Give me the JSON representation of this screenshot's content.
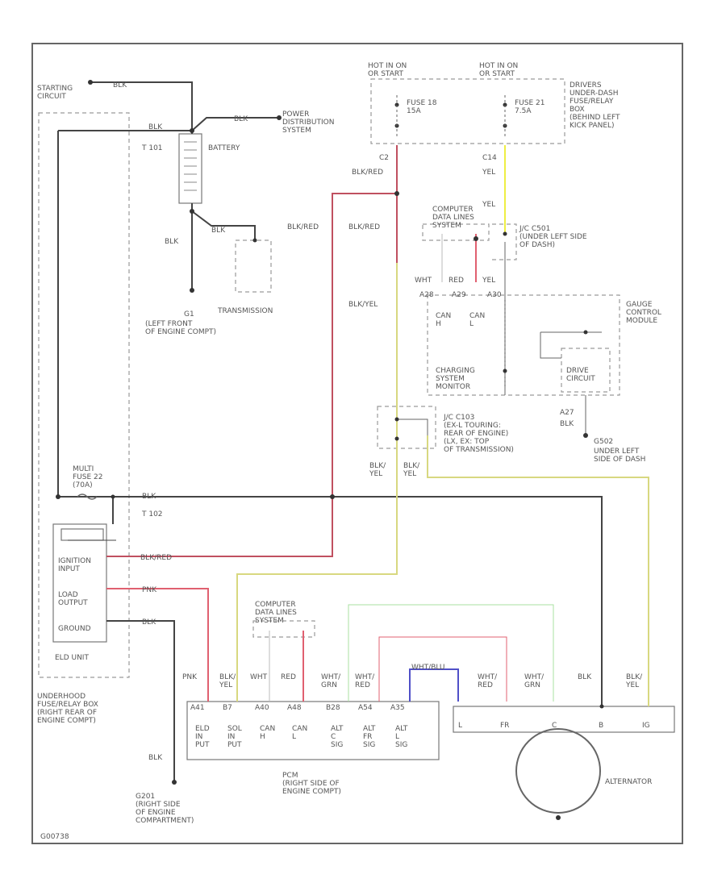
{
  "colors": {
    "black_wire": "#444444",
    "red_wire": "#e06070",
    "dark_red_wire": "#b84050",
    "yellow_wire": "#d8d880",
    "bright_yellow_wire": "#eeee44",
    "green_wire": "#a8e0a0",
    "blue_wire": "#5050c8",
    "border": "#666666"
  },
  "labels": {
    "starting_circuit": "STARTING\nCIRCUIT",
    "power_dist": "POWER\nDISTRIBUTION\nSYSTEM",
    "battery": "BATTERY",
    "t101": "T 101",
    "blk_1": "BLK",
    "blk_2": "BLK",
    "blk_3": "BLK",
    "blk_4": "BLK",
    "blk_bat_gnd": "BLK",
    "blk_trans": "BLK",
    "transmission": "TRANSMISSION",
    "g1": "G1",
    "g1_loc": "(LEFT FRONT\nOF ENGINE COMPT)",
    "hot_run_1": "HOT IN ON\nOR START",
    "hot_run_2": "HOT IN ON\nOR START",
    "fuse_18": "FUSE 18\n15A",
    "fuse_21": "FUSE 21\n7.5A",
    "fuse_box": "DRIVERS\nUNDER-DASH\nFUSE/RELAY\nBOX\n(BEHIND LEFT\nKICK PANEL)",
    "c2": "C2",
    "blk_red_1": "BLK/RED",
    "blk_red_2": "BLK/RED",
    "blk_red_3": "BLK/RED",
    "c14": "C14",
    "yel_1": "YEL",
    "yel_2": "YEL",
    "computer_data_1": "COMPUTER\nDATA LINES\nSYSTEM",
    "jc_c501": "J/C C501\n(UNDER LEFT SIDE\nOF DASH)",
    "wht_1": "WHT",
    "red_1": "RED",
    "yel_3": "YEL",
    "pin_a28": "A28",
    "pin_a29": "A29",
    "pin_a30": "A30",
    "can_h_1": "CAN\nH",
    "can_l_1": "CAN\nL",
    "charging_monitor": "CHARGING\nSYSTEM\nMONITOR",
    "gauge_module": "GAUGE\nCONTROL\nMODULE",
    "drive_circuit": "DRIVE\nCIRCUIT",
    "pin_a27": "A27",
    "blk_gnd_gcm": "BLK",
    "g502": "G502",
    "g502_loc": "UNDER LEFT\nSIDE OF DASH",
    "blk_yel_1": "BLK/YEL",
    "jc_c103": "J/C C103\n(EX-L TOURING:\nREAR OF ENGINE)\n(LX, EX: TOP\nOF TRANSMISSION)",
    "blk_yel_2": "BLK/\nYEL",
    "blk_yel_3": "BLK/\nYEL",
    "multi_fuse": "MULTI\nFUSE 22\n(70A)",
    "t102": "T 102",
    "blk_5": "BLK",
    "blk_red_4": "BLK/RED",
    "ign_input": "IGNITION\nINPUT",
    "load_output": "LOAD\nOUTPUT",
    "ground": "GROUND",
    "pnk_1": "PNK",
    "blk_6": "BLK",
    "eld_unit": "ELD UNIT",
    "underhood_box": "UNDERHOOD\nFUSE/RELAY BOX\n(RIGHT REAR OF\nENGINE COMPT)",
    "computer_data_2": "COMPUTER\nDATA LINES\nSYSTEM",
    "pnk_2": "PNK",
    "blk_yel_4": "BLK/\nYEL",
    "wht_2": "WHT",
    "red_2": "RED",
    "wht_grn_1": "WHT/\nGRN",
    "wht_red_1": "WHT/\nRED",
    "wht_blu": "WHT/BLU",
    "wht_red_2": "WHT/\nRED",
    "wht_grn_2": "WHT/\nGRN",
    "blk_7": "BLK",
    "blk_yel_5": "BLK/\nYEL",
    "pcm_pins": [
      "A41",
      "B7",
      "A40",
      "A48",
      "B28",
      "A54",
      "A35"
    ],
    "pcm_cells": [
      "ELD\nIN\nPUT",
      "SOL\nIN\nPUT",
      "CAN\nH",
      "CAN\nL",
      "ALT\nC\nSIG",
      "ALT\nFR\nSIG",
      "ALT\nL\nSIG"
    ],
    "alt_terms": [
      "L",
      "FR",
      "C",
      "B",
      "IG"
    ],
    "pcm": "PCM\n(RIGHT SIDE OF\nENGINE COMPT)",
    "alternator": "ALTERNATOR",
    "blk_8": "BLK",
    "g201": "G201\n(RIGHT SIDE\nOF ENGINE\nCOMPARTMENT)",
    "fig_code": "G00738"
  }
}
